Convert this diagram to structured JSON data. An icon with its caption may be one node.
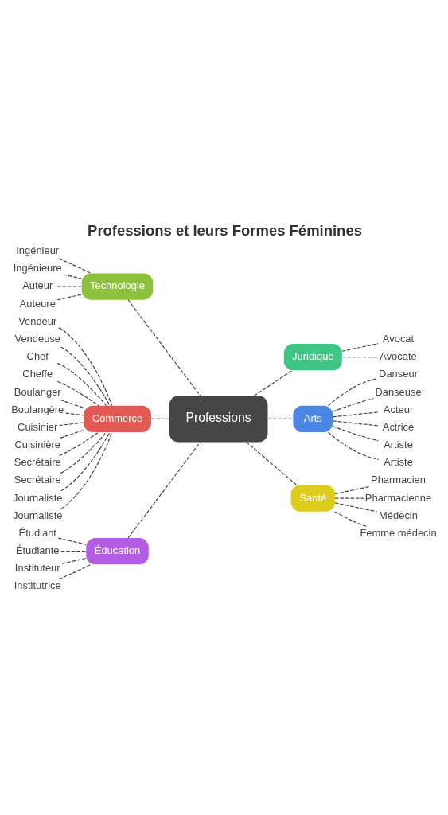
{
  "diagram": {
    "title": "Professions et leurs Formes Féminines",
    "nodes": [
      {
        "text": [
          "Technologie"
        ]
      },
      {
        "text": [
          "Ingénieur"
        ]
      },
      {
        "text": [
          "Ingénieure"
        ]
      },
      {
        "text": [
          "Auteur"
        ]
      },
      {
        "text": [
          "Auteure"
        ]
      },
      {
        "text": [
          "Juridique"
        ]
      },
      {
        "text": [
          "Avocat"
        ]
      },
      {
        "text": [
          "Avocate"
        ]
      },
      {
        "text": [
          "Commerce"
        ]
      },
      {
        "text": [
          "Vendeur"
        ]
      },
      {
        "text": [
          "Vendeuse"
        ]
      },
      {
        "text": [
          "Chef"
        ]
      },
      {
        "text": [
          "Cheffe"
        ]
      },
      {
        "text": [
          "Boulanger"
        ]
      },
      {
        "text": [
          "Boulangère"
        ]
      },
      {
        "text": [
          "Cuisinier"
        ]
      },
      {
        "text": [
          "Cuisinière"
        ]
      },
      {
        "text": [
          "Secrétaire"
        ]
      },
      {
        "text": [
          "Secrétaire"
        ]
      },
      {
        "text": [
          "Journaliste"
        ]
      },
      {
        "text": [
          "Journaliste"
        ]
      },
      {
        "text": [
          "Arts"
        ]
      },
      {
        "text": [
          "Danseur"
        ]
      },
      {
        "text": [
          "Danseuse"
        ]
      },
      {
        "text": [
          "Acteur"
        ]
      },
      {
        "text": [
          "Actrice"
        ]
      },
      {
        "text": [
          "Artiste"
        ]
      },
      {
        "text": [
          "Artiste"
        ]
      },
      {
        "text": [
          "Professions"
        ]
      },
      {
        "text": [
          "Santé"
        ]
      },
      {
        "text": [
          "Pharmacien"
        ]
      },
      {
        "text": [
          "Pharmacienne"
        ]
      },
      {
        "text": [
          "Médecin"
        ]
      },
      {
        "text": [
          "Femme médecin"
        ]
      },
      {
        "text": [
          "Éducation"
        ]
      },
      {
        "text": [
          "Étudiant"
        ]
      },
      {
        "text": [
          "Étudiante"
        ]
      },
      {
        "text": [
          "Instituteur"
        ]
      },
      {
        "text": [
          "Institutrice"
        ]
      }
    ],
    "edges": [
      {
        "from": 0,
        "to": 28,
        "arrow": "none",
        "style": "dashed"
      },
      {
        "from": 28,
        "to": 5,
        "arrow": "none",
        "style": "dashed"
      },
      {
        "from": 8,
        "to": 28,
        "arrow": "none",
        "style": "dashed"
      },
      {
        "from": 28,
        "to": 21,
        "arrow": "none",
        "style": "dashed"
      },
      {
        "from": 28,
        "to": 29,
        "arrow": "none",
        "style": "dashed"
      },
      {
        "from": 34,
        "to": 28,
        "arrow": "none",
        "style": "dashed"
      },
      {
        "from": 1,
        "to": 0,
        "arrow": "none",
        "style": "dashed"
      },
      {
        "from": 2,
        "to": 0,
        "arrow": "none",
        "style": "dashed"
      },
      {
        "from": 3,
        "to": 0,
        "arrow": "none",
        "style": "dashed"
      },
      {
        "from": 4,
        "to": 0,
        "arrow": "none",
        "style": "dashed"
      },
      {
        "from": 5,
        "to": 6,
        "arrow": "none",
        "style": "dashed"
      },
      {
        "from": 5,
        "to": 7,
        "arrow": "none",
        "style": "dashed"
      },
      {
        "from": 9,
        "to": 8,
        "arrow": "none",
        "style": "dashed"
      },
      {
        "from": 10,
        "to": 8,
        "arrow": "none",
        "style": "dashed"
      },
      {
        "from": 11,
        "to": 8,
        "arrow": "none",
        "style": "dashed"
      },
      {
        "from": 12,
        "to": 8,
        "arrow": "none",
        "style": "dashed"
      },
      {
        "from": 13,
        "to": 8,
        "arrow": "none",
        "style": "dashed"
      },
      {
        "from": 14,
        "to": 8,
        "arrow": "none",
        "style": "dashed"
      },
      {
        "from": 15,
        "to": 8,
        "arrow": "none",
        "style": "dashed"
      },
      {
        "from": 16,
        "to": 8,
        "arrow": "none",
        "style": "dashed"
      },
      {
        "from": 17,
        "to": 8,
        "arrow": "none",
        "style": "dashed"
      },
      {
        "from": 18,
        "to": 8,
        "arrow": "none",
        "style": "dashed"
      },
      {
        "from": 19,
        "to": 8,
        "arrow": "none",
        "style": "dashed"
      },
      {
        "from": 20,
        "to": 8,
        "arrow": "none",
        "style": "dashed"
      },
      {
        "from": 21,
        "to": 22,
        "arrow": "none",
        "style": "dashed"
      },
      {
        "from": 21,
        "to": 23,
        "arrow": "none",
        "style": "dashed"
      },
      {
        "from": 21,
        "to": 24,
        "arrow": "none",
        "style": "dashed"
      },
      {
        "from": 21,
        "to": 25,
        "arrow": "none",
        "style": "dashed"
      },
      {
        "from": 21,
        "to": 26,
        "arrow": "none",
        "style": "dashed"
      },
      {
        "from": 21,
        "to": 27,
        "arrow": "none",
        "style": "dashed"
      },
      {
        "from": 29,
        "to": 30,
        "arrow": "none",
        "style": "dashed"
      },
      {
        "from": 29,
        "to": 31,
        "arrow": "none",
        "style": "dashed"
      },
      {
        "from": 29,
        "to": 32,
        "arrow": "none",
        "style": "dashed"
      },
      {
        "from": 29,
        "to": 33,
        "arrow": "none",
        "style": "dashed"
      },
      {
        "from": 35,
        "to": 34,
        "arrow": "none",
        "style": "dashed"
      },
      {
        "from": 36,
        "to": 34,
        "arrow": "none",
        "style": "dashed"
      },
      {
        "from": 37,
        "to": 34,
        "arrow": "none",
        "style": "dashed"
      },
      {
        "from": 38,
        "to": 34,
        "arrow": "none",
        "style": "dashed"
      }
    ]
  }
}
